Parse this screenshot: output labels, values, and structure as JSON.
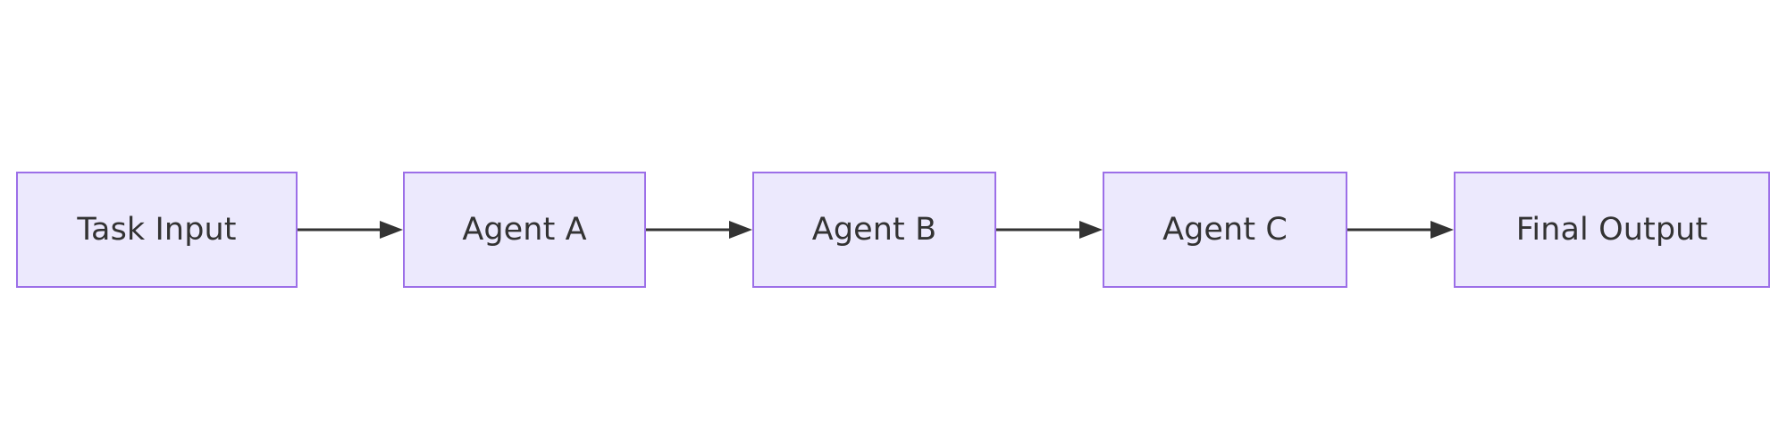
{
  "diagram": {
    "type": "flowchart",
    "orientation": "left-to-right",
    "background_color": "#ffffff",
    "node_fill_color": "#ECE9FD",
    "node_border_color": "#9C6FE8",
    "node_text_color": "#333333",
    "edge_color": "#333333",
    "nodes": [
      {
        "id": "task-input",
        "label": "Task Input"
      },
      {
        "id": "agent-a",
        "label": "Agent A"
      },
      {
        "id": "agent-b",
        "label": "Agent B"
      },
      {
        "id": "agent-c",
        "label": "Agent C"
      },
      {
        "id": "final-output",
        "label": "Final Output"
      }
    ],
    "edges": [
      {
        "id": "edge-1",
        "from": "task-input",
        "to": "agent-a",
        "label": "",
        "arrowhead": "solid-triangle"
      },
      {
        "id": "edge-2",
        "from": "agent-a",
        "to": "agent-b",
        "label": "",
        "arrowhead": "solid-triangle"
      },
      {
        "id": "edge-3",
        "from": "agent-b",
        "to": "agent-c",
        "label": "",
        "arrowhead": "solid-triangle"
      },
      {
        "id": "edge-4",
        "from": "agent-c",
        "to": "final-output",
        "label": "",
        "arrowhead": "solid-triangle"
      }
    ]
  }
}
